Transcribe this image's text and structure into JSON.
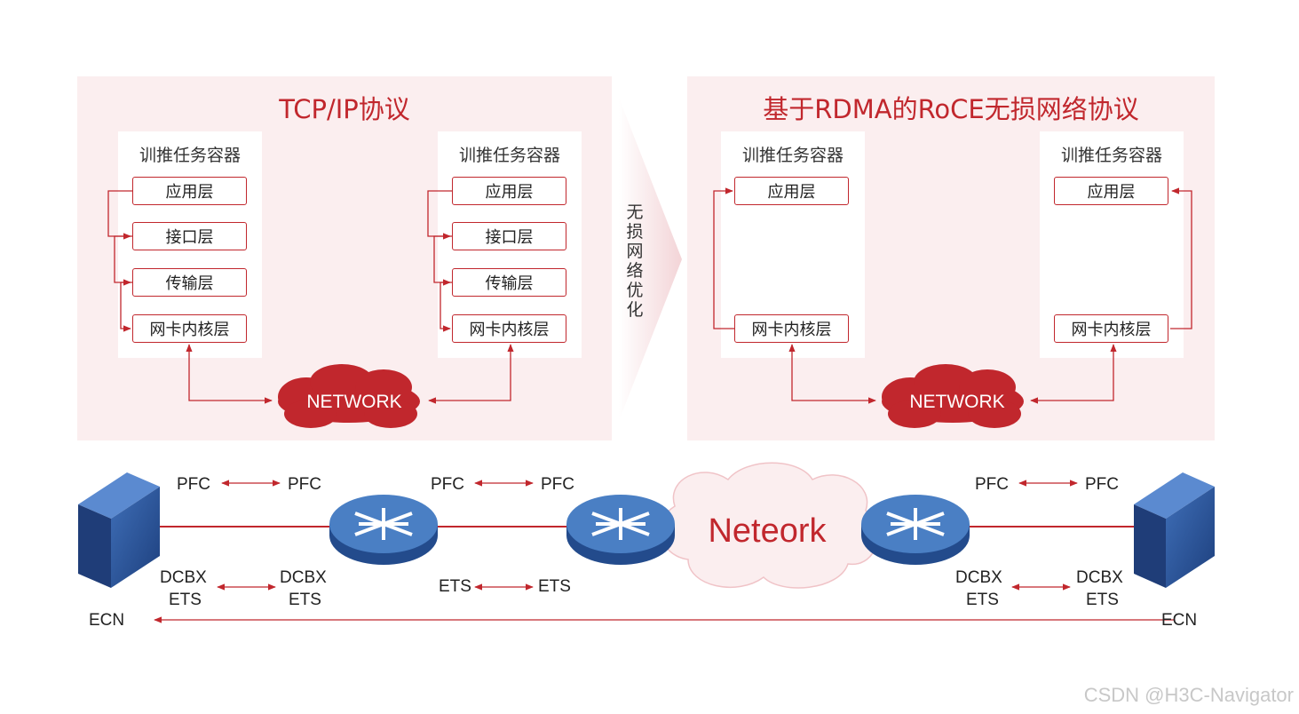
{
  "left_panel": {
    "title": "TCP/IP协议",
    "container_title": "训推任务容器",
    "layers": [
      "应用层",
      "接口层",
      "传输层",
      "网卡内核层"
    ],
    "network": "NETWORK"
  },
  "middle": {
    "label": "无损网络优化"
  },
  "right_panel": {
    "title": "基于RDMA的RoCE无损网络协议",
    "container_title": "训推任务容器",
    "layers": [
      "应用层",
      "网卡内核层"
    ],
    "network": "NETWORK"
  },
  "bottom": {
    "pfc": "PFC",
    "dcbx": "DCBX",
    "ets": "ETS",
    "ecn": "ECN",
    "cloud": "Neteork"
  },
  "watermark": "CSDN @H3C-Navigator",
  "colors": {
    "accent": "#c1272d",
    "panel_bg": "#fbeeef",
    "device_blue": "#2d5a9e"
  }
}
